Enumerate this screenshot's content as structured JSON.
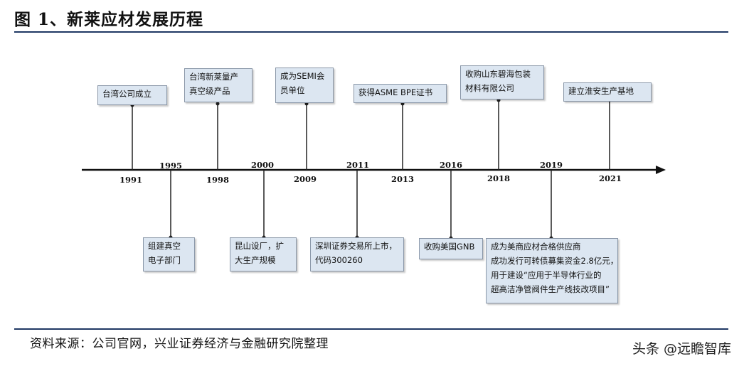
{
  "figure": {
    "title": "图 1、新莱应材发展历程",
    "source": "资料来源：公司官网，兴业证券经济与金融研究院整理",
    "watermark": "头条 @远瞻智库"
  },
  "events": [
    {
      "year": "1991",
      "label": "台湾公司成立"
    },
    {
      "year": "1995",
      "label": "组建真空电子部门"
    },
    {
      "year": "1998",
      "label": "台湾新莱量产真空级产品"
    },
    {
      "year": "2000",
      "label": "昆山设厂，扩大生产规模"
    },
    {
      "year": "2009",
      "label": "成为SEMI会员单位"
    },
    {
      "year": "2011",
      "label": "深圳证券交易所上市，代码300260"
    },
    {
      "year": "2013",
      "label": "获得ASME BPE证书"
    },
    {
      "year": "2016",
      "label": "收购美国GNB"
    },
    {
      "year": "2018",
      "label": "收购山东碧海包装材料有限公司"
    },
    {
      "year": "2019",
      "label": "成为美商应材合格供应商成功发行可转债募集资金2.8亿元，用于建设“应用于半导体行业的超高洁净管阀件生产线技改项目”"
    },
    {
      "year": "2021",
      "label": "建立淮安生产基地"
    }
  ],
  "box_lines": {
    "e0": [
      "台湾公司成立"
    ],
    "e1": [
      "组建真空",
      "电子部门"
    ],
    "e2": [
      "台湾新莱量产",
      "真空级产品"
    ],
    "e3": [
      "昆山设厂，扩",
      "大生产规模"
    ],
    "e4": [
      "成为SEMI会",
      "员单位"
    ],
    "e5": [
      "深圳证券交易所上市，",
      "代码300260"
    ],
    "e6": [
      "获得ASME BPE证书"
    ],
    "e7": [
      "收购美国GNB"
    ],
    "e8": [
      "收购山东碧海包装",
      "材料有限公司"
    ],
    "e9": [
      "成为美商应材合格供应商",
      "成功发行可转债募集资金2.8亿元，",
      "用于建设“应用于半导体行业的",
      "超高洁净管阀件生产线技改项目”"
    ],
    "e10": [
      "建立淮安生产基地"
    ]
  }
}
